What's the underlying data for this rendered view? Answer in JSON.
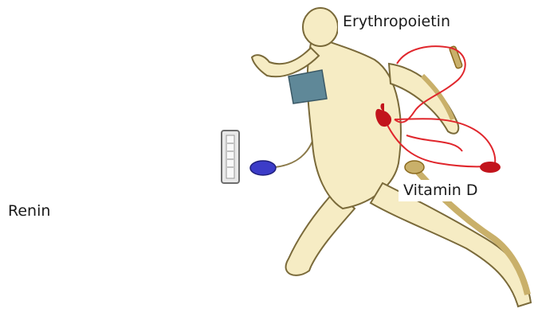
{
  "labels": {
    "renin": "Renin",
    "erythropoietin": "Erythropoietin",
    "vitamin_d": "Vitamin D"
  },
  "colors": {
    "skin": "#f6ecc4",
    "skin_outline": "#7a6a3a",
    "bone": "#c9b06a",
    "bone_dark": "#8b6a1f",
    "vessel": "#e0262c",
    "kidney": "#c2141c",
    "cuff": "#5f8898",
    "bulb": "#3c3cc8",
    "gauge": "#cfcfcf"
  }
}
